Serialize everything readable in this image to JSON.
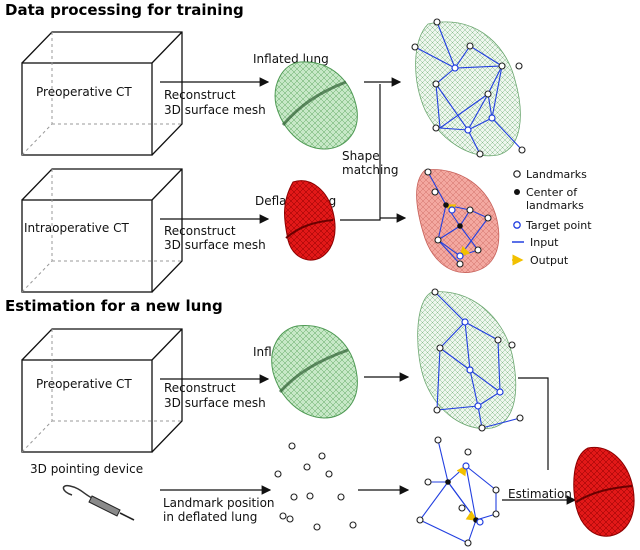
{
  "sections": {
    "training_title": "Data processing for training",
    "estimation_title": "Estimation for a new lung"
  },
  "boxes": {
    "preop_1": "Preoperative CT",
    "intraop": "Intraoperative CT",
    "preop_2": "Preoperative CT"
  },
  "arrows": {
    "reconstruct_1": [
      "Reconstruct",
      "3D surface mesh"
    ],
    "reconstruct_2": [
      "Reconstruct",
      "3D surface mesh"
    ],
    "reconstruct_3": [
      "Reconstruct",
      "3D surface mesh"
    ],
    "shape_matching": [
      "Shape",
      "matching"
    ],
    "landmark_position": [
      "Landmark position",
      "in deflated lung"
    ],
    "estimation": "Estimation"
  },
  "meshes": {
    "inflated_1": "Inflated lung",
    "deflated": "Deflated lung",
    "inflated_2": "Inflated lung"
  },
  "device": "3D pointing device",
  "legend": [
    {
      "label": "Landmarks",
      "marker": "circle"
    },
    {
      "label": "Center of",
      "marker": "dot"
    },
    {
      "label": "landmarks",
      "marker": "none"
    },
    {
      "label": "Target point",
      "marker": "blue-circle"
    },
    {
      "label": "Input",
      "marker": "blue-line"
    },
    {
      "label": "Output",
      "marker": "yellow-arrow"
    }
  ],
  "colors": {
    "inflated_fill": "#bfe3c0",
    "inflated_stroke": "#4f9a54",
    "deflated_fill": "#e01414",
    "matched_fill": "#f2a39c",
    "input_line": "#2340e0",
    "output_line": "#f2c000"
  }
}
